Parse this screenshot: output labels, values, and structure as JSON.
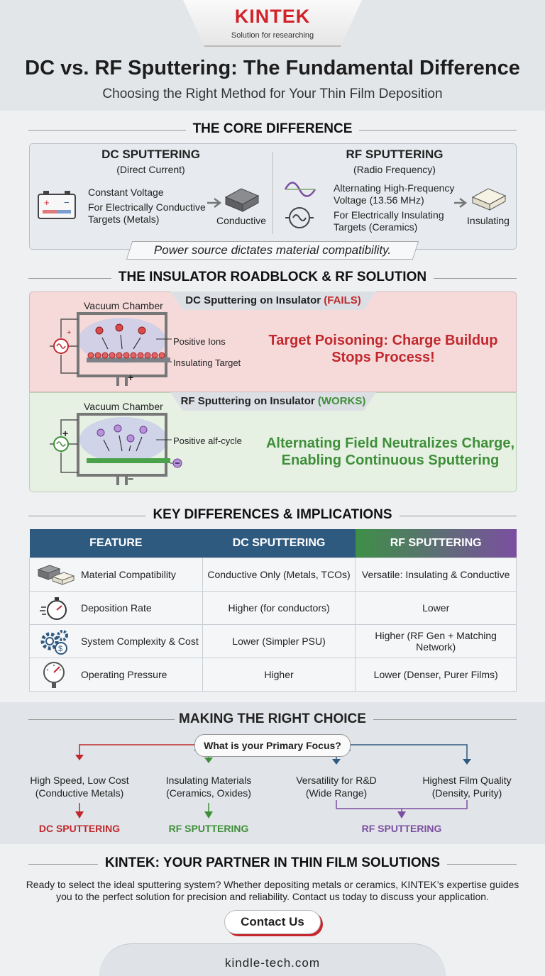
{
  "brand": {
    "logo": "KINTEK",
    "tagline": "Solution for researching"
  },
  "title": "DC vs. RF Sputtering: The Fundamental Difference",
  "subtitle": "Choosing the Right Method for Your Thin Film Deposition",
  "core": {
    "heading": "THE CORE DIFFERENCE",
    "dc": {
      "title": "DC SPUTTERING",
      "sub": "(Direct Current)",
      "line1": "Constant Voltage",
      "line2": "For Electrically Conductive",
      "line3": "Targets (Metals)",
      "target": "Conductive"
    },
    "rf": {
      "title": "RF SPUTTERING",
      "sub": "(Radio Frequency)",
      "line1": "Alternating High-Frequency",
      "line2": "Voltage (13.56 MHz)",
      "line3": "For Electrically Insulating",
      "line4": "Targets (Ceramics)",
      "target": "Insulating"
    },
    "banner": "Power source dictates material compatibility."
  },
  "roadblock": {
    "heading": "THE INSULATOR ROADBLOCK & RF SOLUTION",
    "fail": {
      "tab": "DC Sputtering on Insulator",
      "status": "(FAILS)",
      "chamber": "Vacuum Chamber",
      "label1": "Positive Ions",
      "label2": "Insulating Target",
      "msg1": "Target Poisoning: Charge Buildup",
      "msg2": "Stops Process!",
      "plus": "+"
    },
    "work": {
      "tab": "RF Sputtering on Insulator",
      "status": "(WORKS)",
      "chamber": "Vacuum Chamber",
      "label1": "Positive alf-cycle",
      "msg1": "Alternating Field Neutralizes Charge,",
      "msg2": "Enabling Continuous Sputtering",
      "plus": "+",
      "minus": "−"
    }
  },
  "table": {
    "heading": "KEY DIFFERENCES & IMPLICATIONS",
    "headers": [
      "FEATURE",
      "DC SPUTTERING",
      "RF SPUTTERING"
    ],
    "rows": [
      [
        "Material Compatibility",
        "Conductive Only (Metals, TCOs)",
        "Versatile: Insulating & Conductive"
      ],
      [
        "Deposition Rate",
        "Higher (for conductors)",
        "Lower"
      ],
      [
        "System Complexity & Cost",
        "Lower (Simpler PSU)",
        "Higher (RF Gen + Matching Network)"
      ],
      [
        "Operating Pressure",
        "Higher",
        "Lower (Denser, Purer Films)"
      ]
    ]
  },
  "choice": {
    "heading": "MAKING THE RIGHT CHOICE",
    "question": "What is your Primary Focus?",
    "o1a": "High Speed, Low Cost",
    "o1b": "(Conductive Metals)",
    "o2a": "Insulating Materials",
    "o2b": "(Ceramics, Oxides)",
    "o3a": "Versatility for R&D",
    "o3b": "(Wide Range)",
    "o4a": "Highest Film Quality",
    "o4b": "(Density, Purity)",
    "r1": "DC SPUTTERING",
    "r2": "RF SPUTTERING",
    "r3": "RF SPUTTERING"
  },
  "partner": {
    "heading": "KINTEK: YOUR PARTNER IN THIN FILM SOLUTIONS",
    "p1": "Ready to select the ideal sputtering system? Whether depositing metals or ceramics, KINTEK’s expertise guides",
    "p2": "you to the perfect solution for precision and reliability. Contact us today to discuss your application.",
    "button": "Contact Us"
  },
  "footer": "kindle-tech.com",
  "colors": {
    "dc_red": "#c0282d",
    "rf_green": "#3f8f3a",
    "rf_purple": "#7b4fa0",
    "header_blue": "#2f5a80"
  }
}
